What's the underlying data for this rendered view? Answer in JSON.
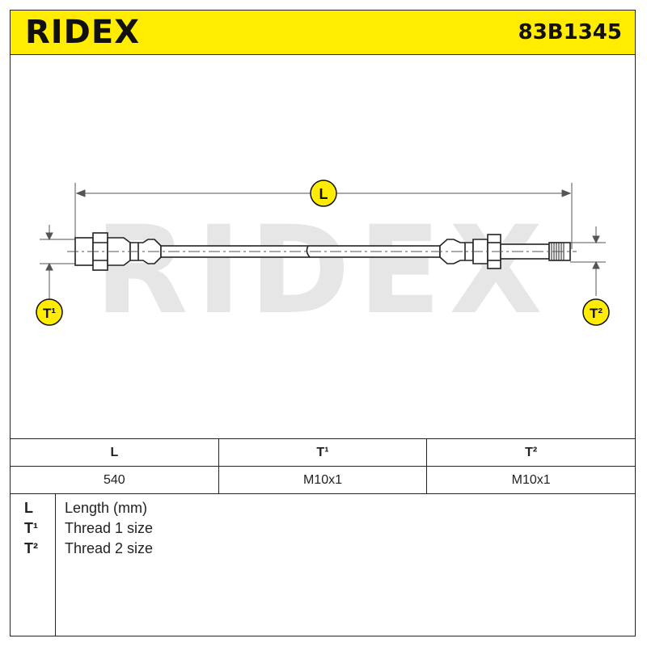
{
  "header": {
    "brand": "RIDEX",
    "part_number": "83B1345",
    "background": "#ffec00"
  },
  "drawing": {
    "watermark": "RIDEX",
    "callouts": {
      "length": "L",
      "thread1": "T¹",
      "thread2": "T²"
    },
    "callout_color": "#ffec00"
  },
  "spec_table": {
    "headers": [
      "L",
      "T¹",
      "T²"
    ],
    "values": [
      "540",
      "M10x1",
      "M10x1"
    ]
  },
  "legend": [
    {
      "key": "L",
      "description": "Length (mm)"
    },
    {
      "key": "T¹",
      "description": "Thread 1 size"
    },
    {
      "key": "T²",
      "description": "Thread 2 size"
    }
  ]
}
